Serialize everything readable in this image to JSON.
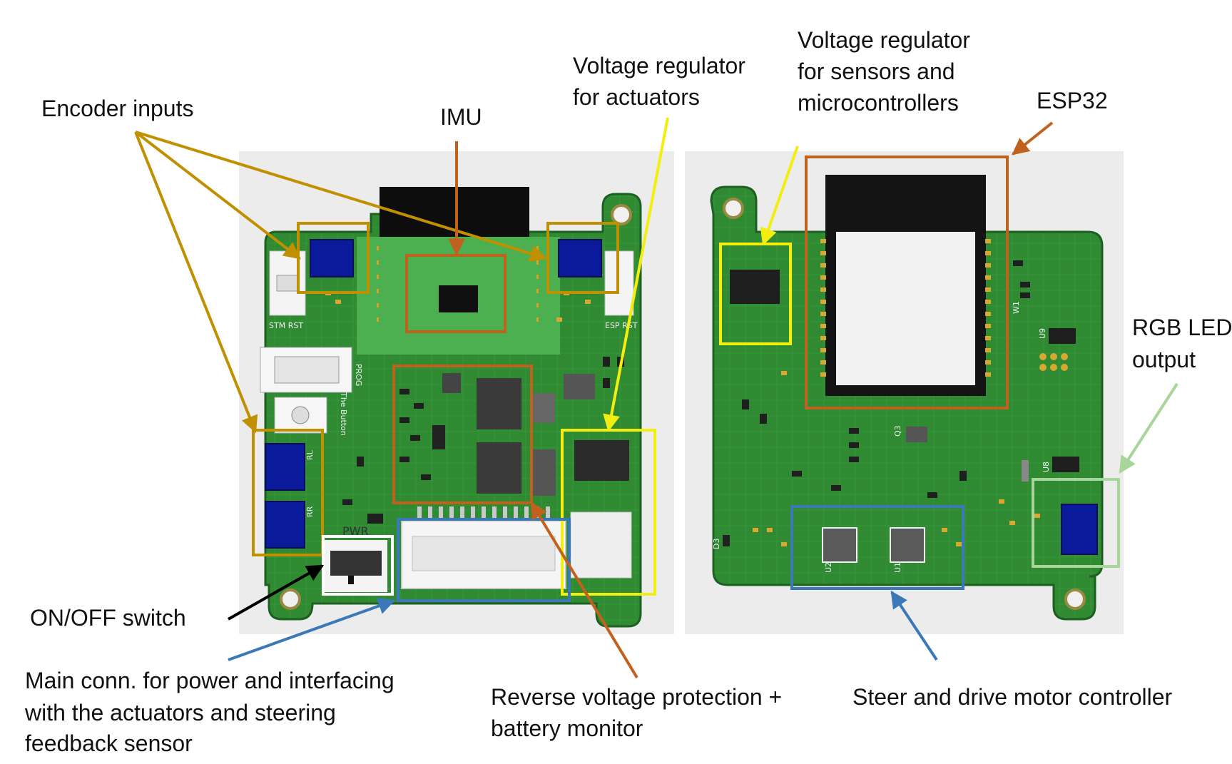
{
  "labels": {
    "encoder_inputs": "Encoder inputs",
    "imu": "IMU",
    "vreg_actuators": [
      "Voltage regulator",
      "for actuators"
    ],
    "vreg_sensors": [
      "Voltage regulator",
      "for sensors and",
      "microcontrollers"
    ],
    "esp32": "ESP32",
    "rgb_led": [
      "RGB LED",
      "output"
    ],
    "on_off_switch": "ON/OFF switch",
    "main_connector": [
      "Main conn. for power and interfacing",
      "with the actuators and steering",
      "feedback sensor"
    ],
    "reverse_voltage": [
      "Reverse voltage protection +",
      "battery monitor"
    ],
    "motor_controller": "Steer and drive motor controller"
  },
  "silkscreen": {
    "stm_rst": "STM RST",
    "esp_rst": "ESP RST",
    "prog": "PROG",
    "the_button": "The Button",
    "pwr": "PWR",
    "rl": "RL",
    "rr": "RR",
    "d3": "D3",
    "u2": "U2",
    "u1": "U1",
    "u9": "U9",
    "u8": "U8",
    "q3": "Q3",
    "w1": "W1"
  },
  "colors": {
    "gold": "#c09000",
    "orange": "#c0621e",
    "yellow": "#f4ee10",
    "blue": "#3a78b8",
    "light_green": "#a8d69a",
    "black": "#000000",
    "white_box": "#ffffff",
    "pcb_green": "#2f8a32",
    "pcb_dark": "#24712a",
    "encoder_blue": "#0a1a9a"
  }
}
